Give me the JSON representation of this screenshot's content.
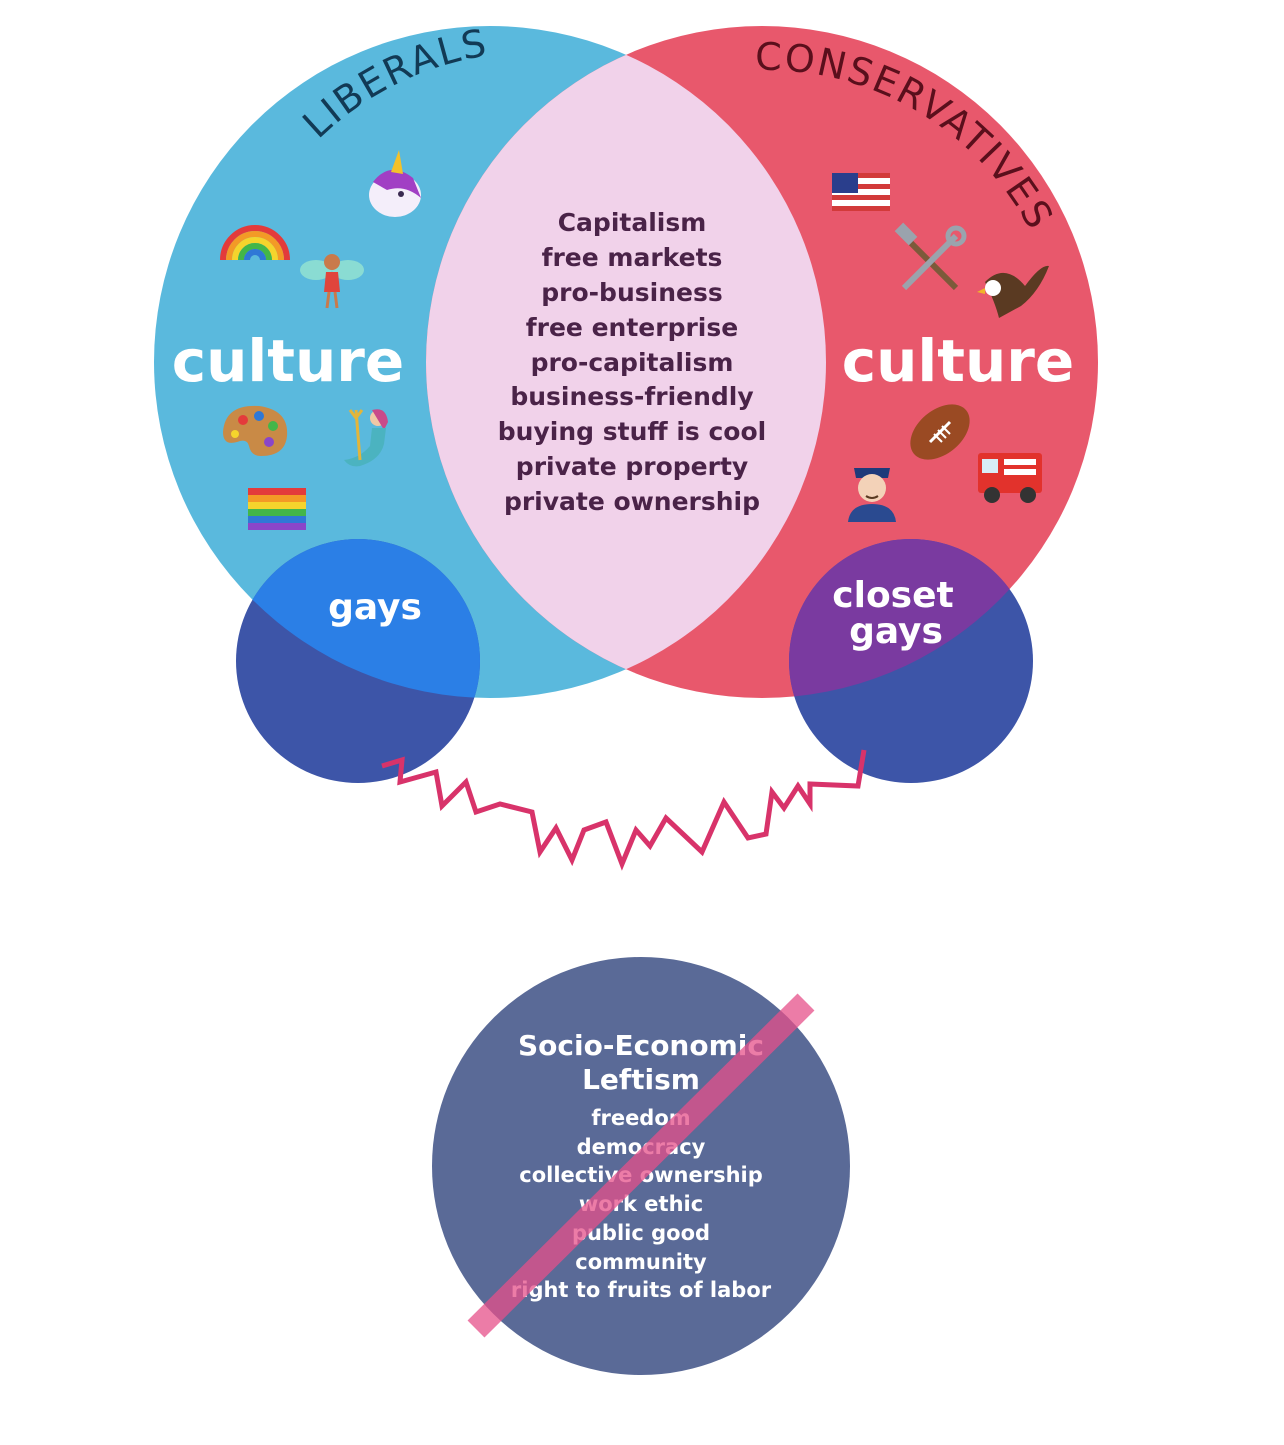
{
  "liberals": {
    "label": "LIBERALS",
    "culture": "culture",
    "icons": [
      "rainbow-icon",
      "unicorn-icon",
      "fairy-icon",
      "palette-icon",
      "mermaid-icon",
      "pride-flag-icon"
    ],
    "color": "#5ab9dd"
  },
  "conservatives": {
    "label": "CONSERVATIVES",
    "culture": "culture",
    "icons": [
      "us-flag-icon",
      "hammer-wrench-icon",
      "eagle-icon",
      "football-icon",
      "police-officer-icon",
      "fire-engine-icon"
    ],
    "color": "#e8586c"
  },
  "overlap": {
    "color": "#f1d2ea",
    "items": [
      "Capitalism",
      "free markets",
      "pro-business",
      "free enterprise",
      "pro-capitalism",
      "business-friendly",
      "buying stuff is cool",
      "private property",
      "private ownership"
    ]
  },
  "gays": {
    "left_label": "gays",
    "right_label_line1": "closet",
    "right_label_line2": "gays",
    "color": "#3d55a8"
  },
  "socio": {
    "title_line1": "Socio-Economic",
    "title_line2": "Leftism",
    "items": [
      "freedom",
      "democracy",
      "collective ownership",
      "work ethic",
      "public good",
      "community",
      "right to fruits of labor"
    ],
    "color": "#5a6a97",
    "strike_color": "#e6508a"
  },
  "zigzag_color": "#d8336a"
}
